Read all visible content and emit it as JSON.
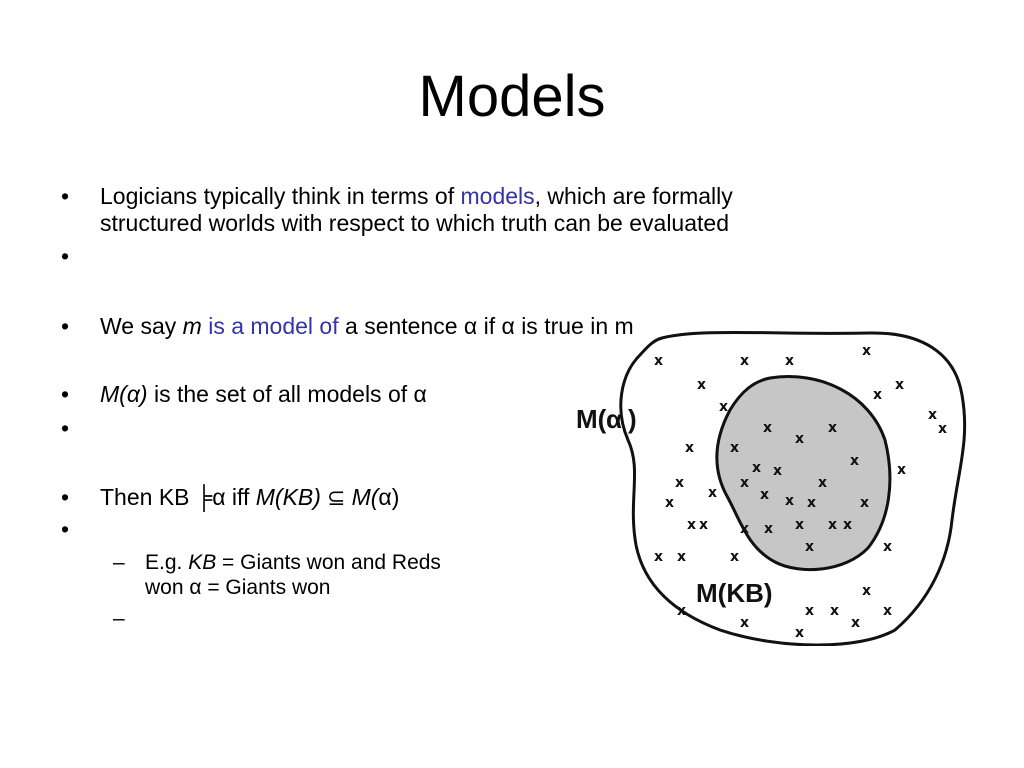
{
  "title": "Models",
  "bullets": {
    "b1": {
      "marker": "•",
      "line1_pre": "Logicians typically think in terms of ",
      "line1_term": "models",
      "line1_post": ", which are formally",
      "line2": "structured worlds with respect to which truth can be evaluated"
    },
    "b2": {
      "marker": "•"
    },
    "b3": {
      "marker": "•",
      "pre": "We say ",
      "var": "m",
      "term": " is a model of",
      "post": " a sentence α if α is true in m"
    },
    "b4": {
      "marker": "•",
      "expr": "M(α)",
      "post": " is the set of all models of α"
    },
    "b5": {
      "marker": "•"
    },
    "b6": {
      "marker": "•",
      "pre": "Then KB ",
      "entails": "╞",
      "mid": "α iff ",
      "lhs": "M(KB)",
      "subset": " ⊆ ",
      "rhs": "M(",
      "rhs_end": "α)"
    },
    "b7": {
      "marker": "•"
    }
  },
  "subbullets": {
    "s1": {
      "marker": "–",
      "pre": "E.g. ",
      "kb": "KB",
      "line1_post": " = Giants won and Reds",
      "line2": "won α = Giants won"
    },
    "s2": {
      "marker": "–"
    }
  },
  "diagram": {
    "outer_label": "M(α)",
    "inner_label": "M(KB)",
    "point_symbol": "x"
  }
}
